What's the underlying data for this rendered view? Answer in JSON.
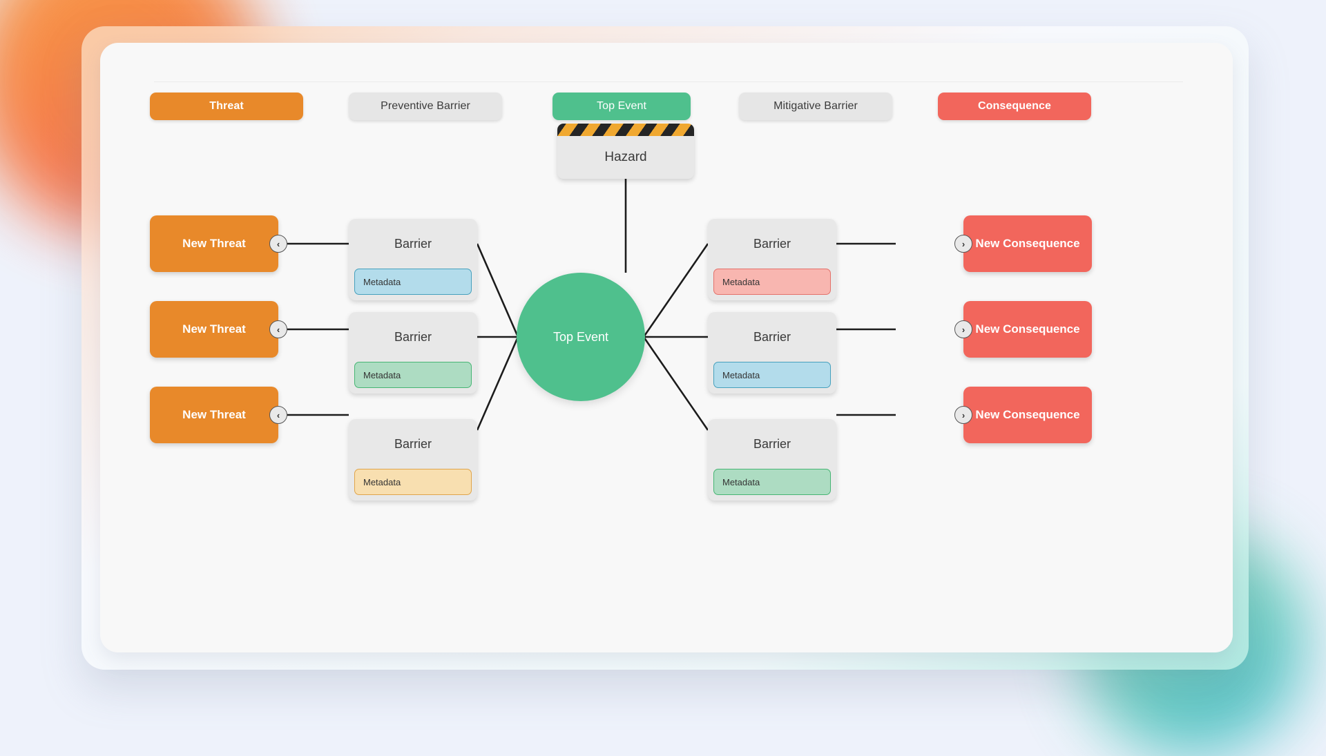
{
  "legend": {
    "threat": "Threat",
    "preventive_barrier": "Preventive Barrier",
    "top_event": "Top Event",
    "mitigative_barrier": "Mitigative Barrier",
    "consequence": "Consequence"
  },
  "colors": {
    "threat": "#e8892a",
    "consequence": "#f2665c",
    "top_event": "#4fc08d",
    "barrier": "#e8e8e8",
    "hazard_stripe_yellow": "#f0a830",
    "hazard_stripe_black": "#252525",
    "canvas": "#f8f8f8",
    "page_background": "#eef2fb"
  },
  "hazard": {
    "label": "Hazard"
  },
  "top_event": {
    "label": "Top Event"
  },
  "threats": [
    {
      "label": "New Threat",
      "handle_icon": "chevron-left-icon"
    },
    {
      "label": "New Threat",
      "handle_icon": "chevron-left-icon"
    },
    {
      "label": "New Threat",
      "handle_icon": "chevron-left-icon"
    }
  ],
  "preventive_barriers": [
    {
      "label": "Barrier",
      "metadata": "Metadata",
      "metadata_color": "#b3dceb"
    },
    {
      "label": "Barrier",
      "metadata": "Metadata",
      "metadata_color": "#addcc2"
    },
    {
      "label": "Barrier",
      "metadata": "Metadata",
      "metadata_color": "#f8dfb0"
    }
  ],
  "mitigative_barriers": [
    {
      "label": "Barrier",
      "metadata": "Metadata",
      "metadata_color": "#f8b6b0"
    },
    {
      "label": "Barrier",
      "metadata": "Metadata",
      "metadata_color": "#b3dceb"
    },
    {
      "label": "Barrier",
      "metadata": "Metadata",
      "metadata_color": "#addcc2"
    }
  ],
  "consequences": [
    {
      "label": "New Consequence",
      "handle_icon": "chevron-right-icon"
    },
    {
      "label": "New Consequence",
      "handle_icon": "chevron-right-icon"
    },
    {
      "label": "New Consequence",
      "handle_icon": "chevron-right-icon"
    }
  ],
  "icons": {
    "chevron_left": "‹",
    "chevron_right": "›"
  }
}
